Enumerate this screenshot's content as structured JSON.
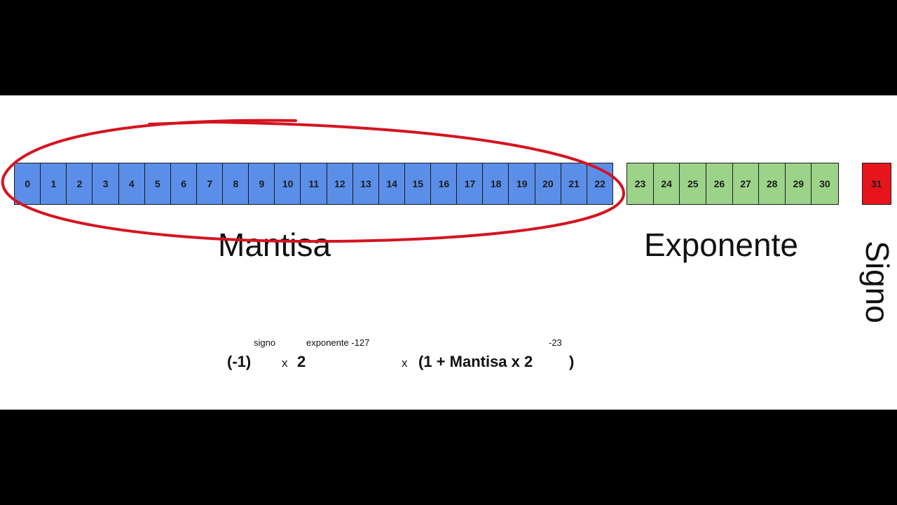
{
  "diagram": {
    "mantissa_bits": [
      "0",
      "1",
      "2",
      "3",
      "4",
      "5",
      "6",
      "7",
      "8",
      "9",
      "10",
      "11",
      "12",
      "13",
      "14",
      "15",
      "16",
      "17",
      "18",
      "19",
      "20",
      "21",
      "22"
    ],
    "exponent_bits": [
      "23",
      "24",
      "25",
      "26",
      "27",
      "28",
      "29",
      "30"
    ],
    "sign_bits": [
      "31"
    ],
    "labels": {
      "mantisa": "Mantisa",
      "exponente": "Exponente",
      "signo": "Signo"
    },
    "colors": {
      "mantissa": "#5b8ee8",
      "exponent": "#9cd389",
      "sign": "#e8141b",
      "highlight_ellipse": "#d41421"
    }
  },
  "formula": {
    "base1": "(-1)",
    "sup1": "signo",
    "times1": "x",
    "base2": "2",
    "sup2": "exponente -127",
    "times2": "x",
    "base3": "(1 + Mantisa x 2",
    "sup3": "-23",
    "close": ")"
  }
}
